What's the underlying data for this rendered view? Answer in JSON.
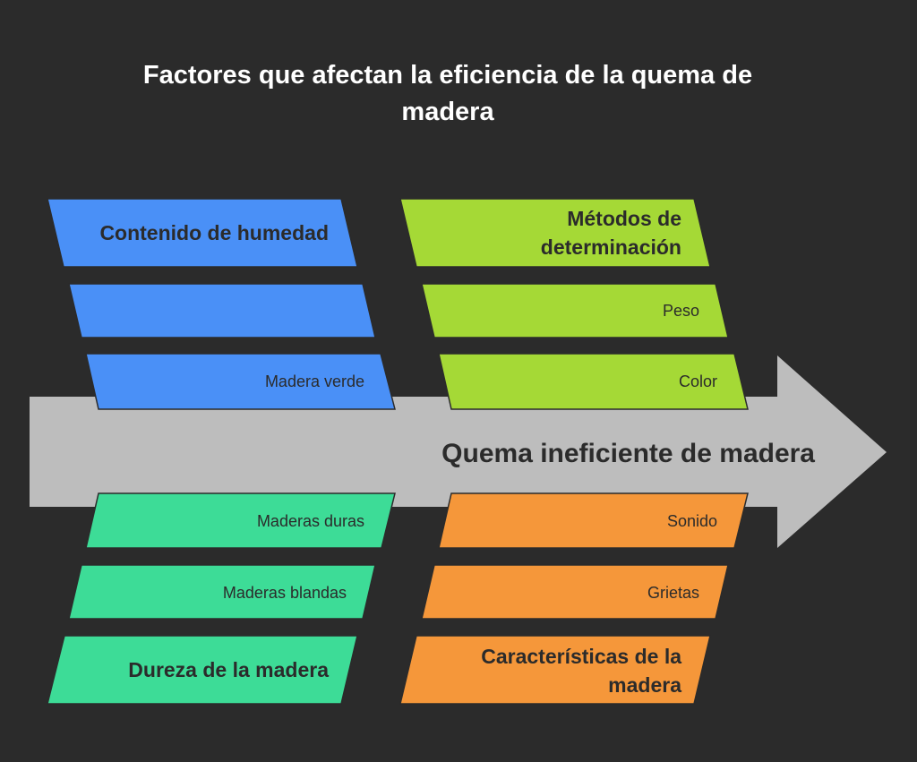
{
  "title": {
    "line1": "Factores que afectan la eficiencia de la quema de",
    "line2": "madera"
  },
  "effect": "Quema ineficiente de madera",
  "colors": {
    "background": "#2b2b2b",
    "arrow": "#bdbdbd",
    "blue": "#4a90f7",
    "lime": "#a5d936",
    "green": "#3ddc97",
    "orange": "#f5973a"
  },
  "categories": {
    "moisture": {
      "label": "Contenido de humedad",
      "items": [
        "",
        "Madera verde"
      ]
    },
    "methods": {
      "label_line1": "Métodos de",
      "label_line2": "determinación",
      "items": [
        "Peso",
        "Color"
      ]
    },
    "hardness": {
      "label": "Dureza de la madera",
      "items": [
        "Maderas duras",
        "Maderas blandas"
      ]
    },
    "characteristics": {
      "label_line1": "Características de la",
      "label_line2": "madera",
      "items": [
        "Sonido",
        "Grietas"
      ]
    }
  }
}
